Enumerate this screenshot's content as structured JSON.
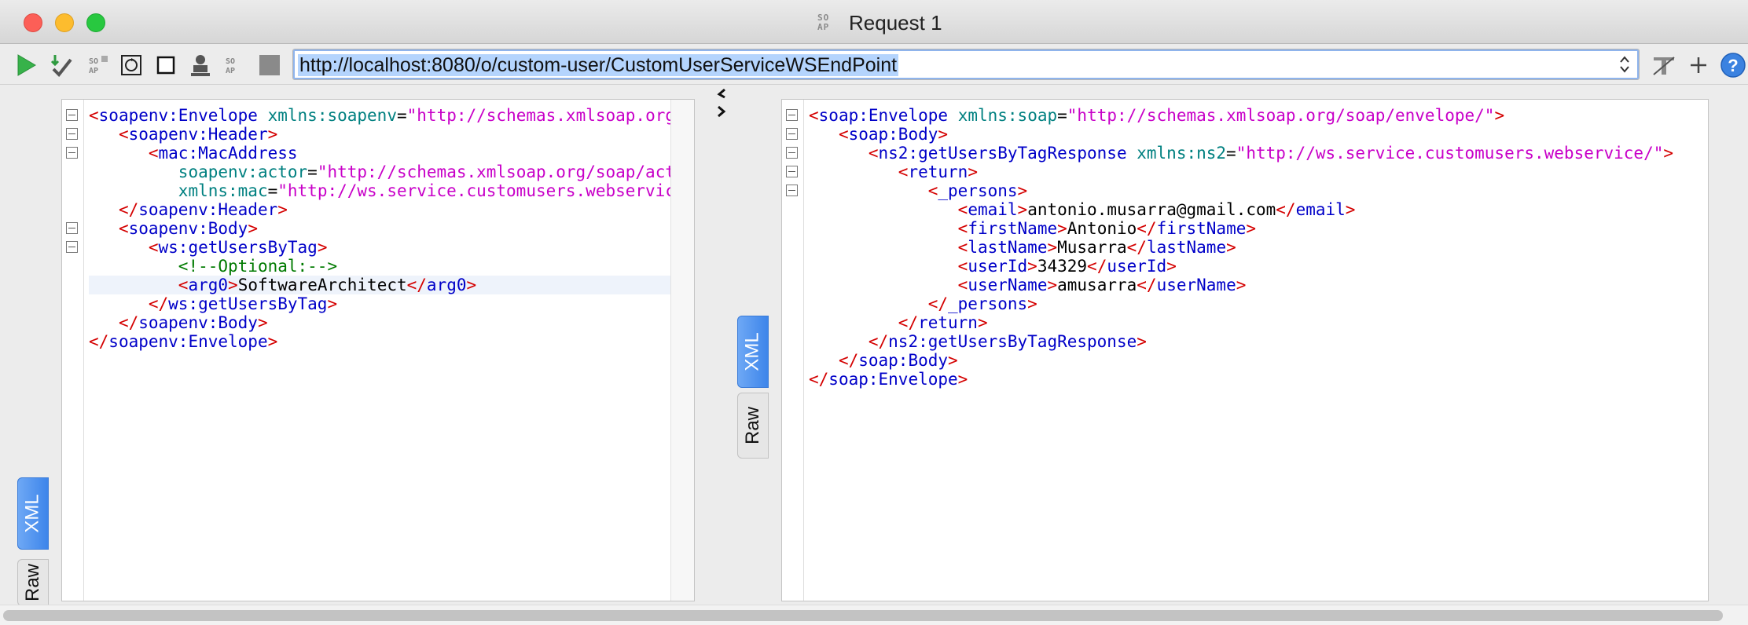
{
  "window": {
    "title": "Request 1",
    "logo_text": "SO\nAP"
  },
  "toolbar": {
    "url": "http://localhost:8080/o/custom-user/CustomUserServiceWSEndPoint",
    "icons": [
      "run-icon",
      "validate-icon",
      "soap-wsa-icon",
      "refresh-icon",
      "stop-icon",
      "user-icon",
      "soap-icon",
      "gray-square-icon",
      "format-icon",
      "add-icon",
      "help-icon"
    ],
    "help_label": "?"
  },
  "left_editor": {
    "lines": [
      [
        "<",
        "soapenv:Envelope",
        " xmlns:soapenv",
        "=",
        "\"http://schemas.xmlsoap.org/soap/envelope/\""
      ],
      [
        "   <",
        "soapenv:Header",
        ">"
      ],
      [
        "      <",
        "mac:MacAddress"
      ],
      [
        "         soapenv:actor=\"http://schemas.xmlsoap.org/soap/actor/next\""
      ],
      [
        "         xmlns:mac=\"http://ws.service.customusers.webservice/\""
      ],
      [
        "   </",
        "soapenv:Header",
        ">"
      ],
      [
        "   <",
        "soapenv:Body",
        ">"
      ],
      [
        "      <",
        "ws:getUsersByTag",
        ">"
      ],
      [
        "         <!--Optional:-->"
      ],
      [
        "         <",
        "arg0",
        ">",
        "SoftwareArchitect",
        "</",
        "arg0",
        ">"
      ],
      [
        "      </",
        "ws:getUsersByTag",
        ">"
      ],
      [
        "   </",
        "soapenv:Body",
        ">"
      ],
      [
        "</",
        "soapenv:Envelope",
        ">"
      ]
    ]
  },
  "right_editor": {
    "envelope_ns": "\"http://schemas.xmlsoap.org/soap/envelope/\"",
    "response_ns": "\"http://ws.service.customusers.webservice/\"",
    "email": "antonio.musarra@gmail.com",
    "firstName": "Antonio",
    "lastName": "Musarra",
    "userId": "34329",
    "userName": "amusarra"
  },
  "tabs": {
    "left_xml": "XML",
    "left_raw": "Raw",
    "right_xml": "XML",
    "right_raw": "Raw"
  }
}
